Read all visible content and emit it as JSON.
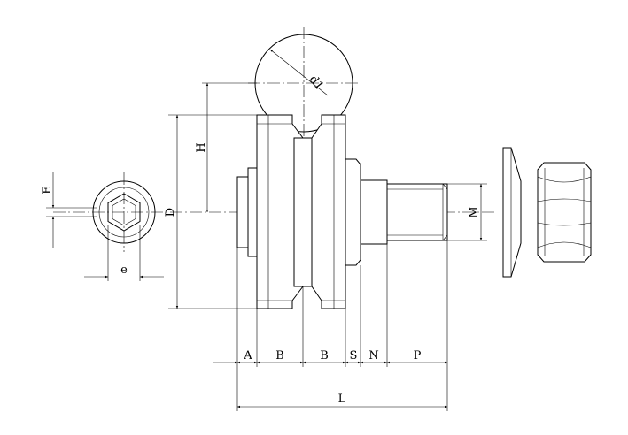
{
  "labels": {
    "d1": "d1",
    "H": "H",
    "D": "D",
    "E": "E",
    "e": "e",
    "M": "M",
    "A": "A",
    "B1": "B",
    "B2": "B",
    "S": "S",
    "N": "N",
    "P": "P",
    "L": "L"
  }
}
